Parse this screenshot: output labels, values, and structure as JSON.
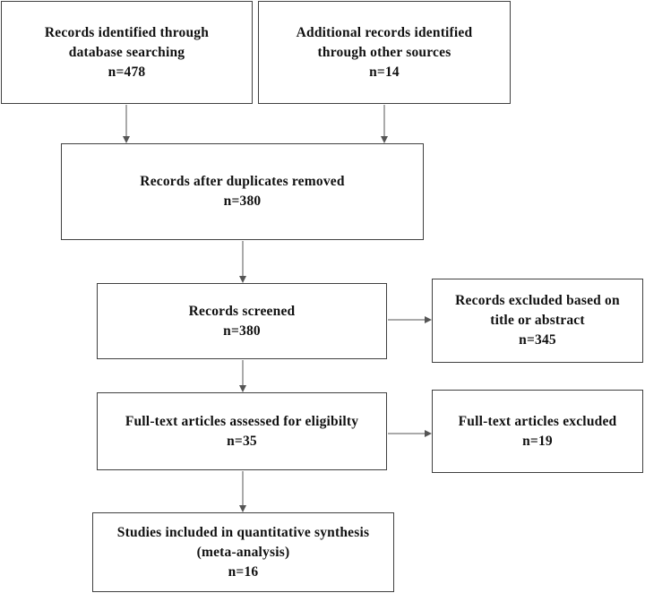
{
  "colors": {
    "border": "#404040",
    "arrow": "#555555",
    "text": "#111111"
  },
  "boxes": {
    "identified_db": {
      "lines": [
        "Records identified through",
        "database searching",
        "n=478"
      ]
    },
    "identified_other": {
      "lines": [
        "Additional records identified",
        "through other sources",
        "n=14"
      ]
    },
    "after_duplicates": {
      "lines": [
        "Records after duplicates removed",
        "n=380"
      ]
    },
    "screened": {
      "lines": [
        "Records screened",
        "n=380"
      ]
    },
    "excluded_title": {
      "lines": [
        "Records excluded based on",
        "title or abstract",
        "n=345"
      ]
    },
    "fulltext": {
      "lines": [
        "Full-text articles assessed for eligibilty",
        "n=35"
      ]
    },
    "fulltext_excluded": {
      "lines": [
        "Full-text articles excluded",
        "n=19"
      ]
    },
    "included": {
      "lines": [
        "Studies included in quantitative synthesis",
        "(meta-analysis)",
        "n=16"
      ]
    }
  }
}
